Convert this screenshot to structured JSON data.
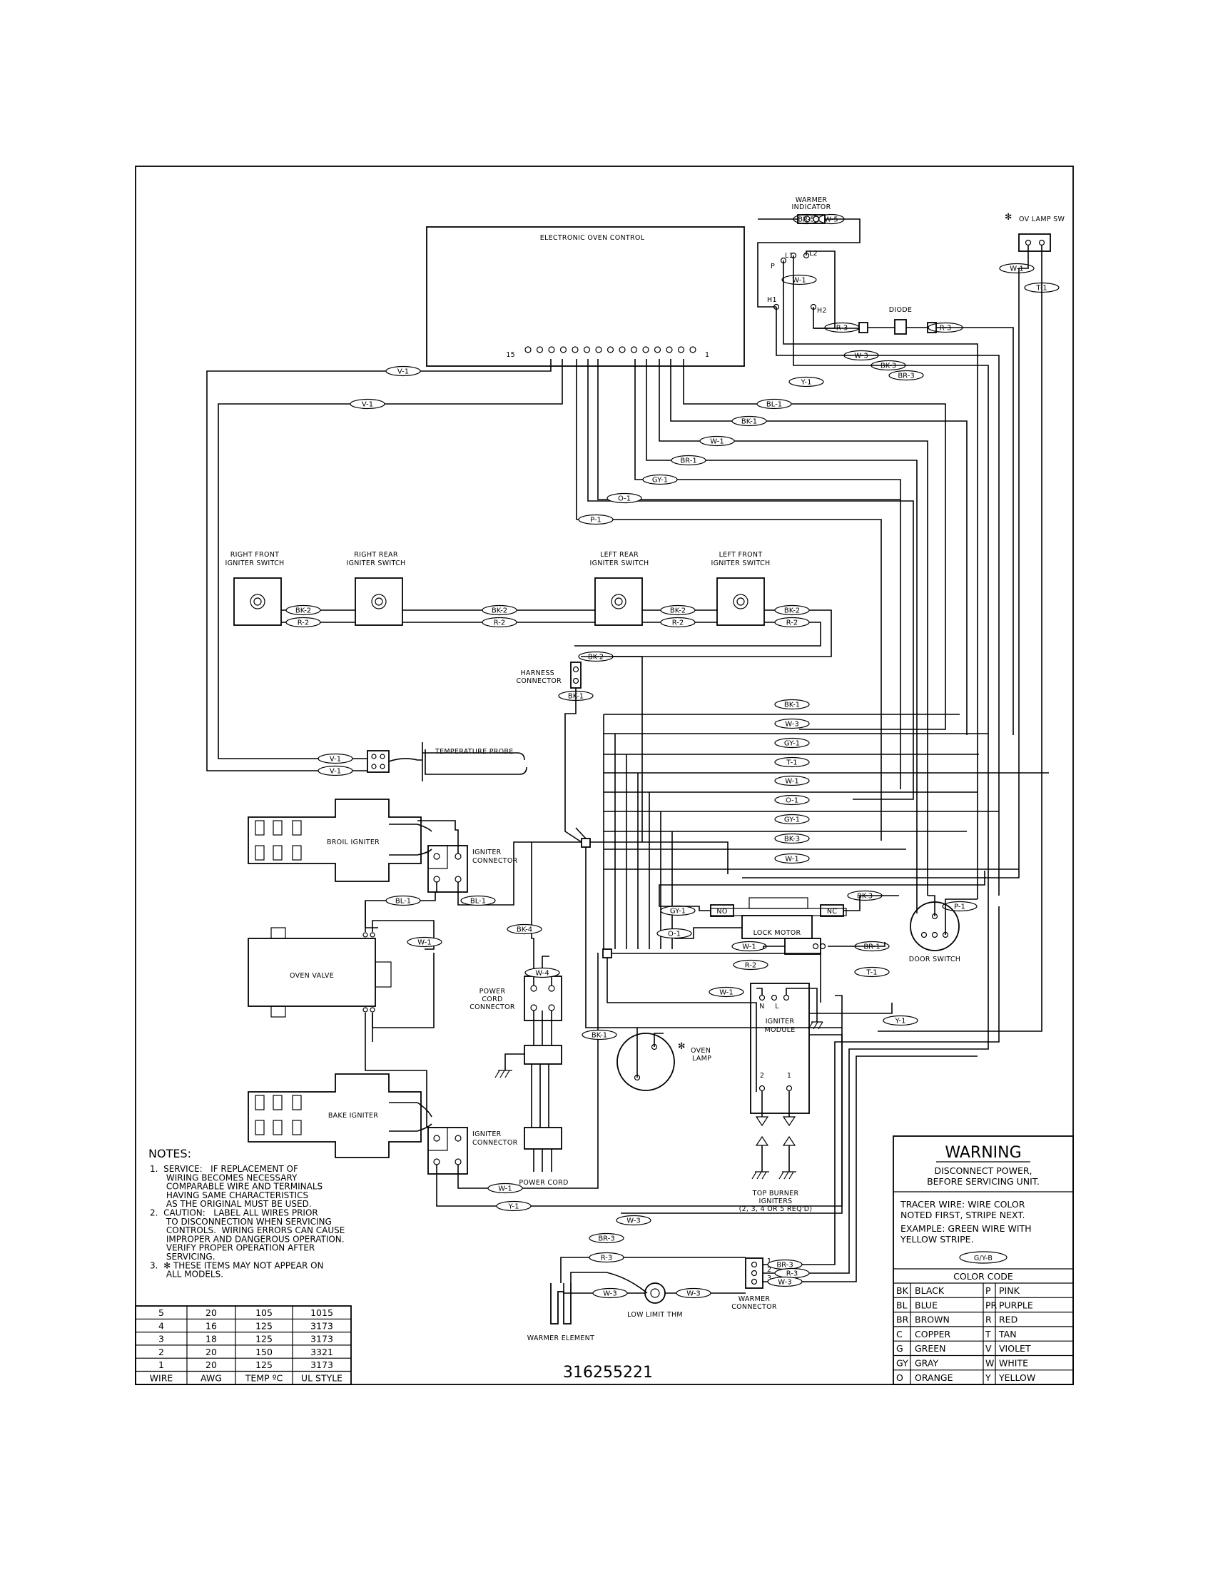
{
  "document_number": "316255221",
  "components": {
    "control": "ELECTRONIC OVEN CONTROL",
    "control_pin_15": "15",
    "control_pin_1": "1",
    "warmer_indicator": [
      "WARMER",
      "INDICATOR"
    ],
    "ov_lamp_sw": "OV LAMP SW",
    "diode": "DIODE",
    "right_front_switch": [
      "RIGHT FRONT",
      "IGNITER SWITCH"
    ],
    "right_rear_switch": [
      "RIGHT REAR",
      "IGNITER SWITCH"
    ],
    "left_rear_switch": [
      "LEFT REAR",
      "IGNITER SWITCH"
    ],
    "left_front_switch": [
      "LEFT FRONT",
      "IGNITER SWITCH"
    ],
    "harness_connector": [
      "HARNESS",
      "CONNECTOR"
    ],
    "temperature_probe": "TEMPERATURE PROBE",
    "broil_igniter": "BROIL IGNITER",
    "igniter_connector": [
      "IGNITER",
      "CONNECTOR"
    ],
    "oven_valve": "OVEN VALVE",
    "bake_igniter": "BAKE IGNITER",
    "power_cord_connector": [
      "POWER",
      "CORD",
      "CONNECTOR"
    ],
    "power_cord": "POWER CORD",
    "lock_motor": "LOCK MOTOR",
    "door_switch": "DOOR SWITCH",
    "igniter_module": [
      "IGNITER",
      "MODULE"
    ],
    "oven_lamp": [
      "OVEN",
      "LAMP"
    ],
    "top_burner_igniters": [
      "TOP BURNER",
      "IGNITERS",
      "(2, 3, 4 OR 5 REQ'D)"
    ],
    "low_limit_thm": "LOW LIMIT THM",
    "warmer_element": "WARMER ELEMENT",
    "warmer_connector": [
      "WARMER",
      "CONNECTOR"
    ],
    "terminals": {
      "P": "P",
      "L1": "L1",
      "L2": "L2",
      "H1": "H1",
      "H2": "H2",
      "NO": "NO",
      "NC": "NC",
      "N": "N",
      "L": "L",
      "one": "1",
      "two": "2",
      "three": "3"
    }
  },
  "wire_tags": {
    "BR5": "BR-5",
    "W5": "W-5",
    "W1": "W-1",
    "R3": "R-3",
    "W3": "W-3",
    "BK3": "BK-3",
    "BR3": "BR-3",
    "Y1": "Y-1",
    "V1": "V-1",
    "BL1": "BL-1",
    "BK1": "BK-1",
    "BR1": "BR-1",
    "GY1": "GY-1",
    "O1": "O-1",
    "P1": "P-1",
    "T1": "T-1",
    "BK2": "BK-2",
    "R2": "R-2",
    "BK4": "BK-4",
    "W4": "W-4",
    "GYB": "G/Y-B"
  },
  "notes": {
    "heading": "NOTES:",
    "lines": [
      "1.  SERVICE:   IF REPLACEMENT OF",
      "      WIRING BECOMES NECESSARY",
      "      COMPARABLE WIRE AND TERMINALS",
      "      HAVING SAME CHARACTERISTICS",
      "      AS THE ORIGINAL MUST BE USED.",
      "2.  CAUTION:   LABEL ALL WIRES PRIOR",
      "      TO DISCONNECTION WHEN SERVICING",
      "      CONTROLS.  WIRING ERRORS CAN CAUSE",
      "      IMPROPER AND DANGEROUS OPERATION.",
      "      VERIFY PROPER OPERATION AFTER",
      "      SERVICING.",
      "3.  ✻ THESE ITEMS MAY NOT APPEAR ON",
      "      ALL MODELS."
    ]
  },
  "wire_table": {
    "columns": [
      "WIRE",
      "AWG",
      "TEMP ºC",
      "UL STYLE"
    ],
    "rows": [
      [
        "5",
        "20",
        "105",
        "1015"
      ],
      [
        "4",
        "16",
        "125",
        "3173"
      ],
      [
        "3",
        "18",
        "125",
        "3173"
      ],
      [
        "2",
        "20",
        "150",
        "3321"
      ],
      [
        "1",
        "20",
        "125",
        "3173"
      ]
    ]
  },
  "warning": {
    "title": "WARNING",
    "lines": [
      "DISCONNECT POWER,",
      "BEFORE SERVICING UNIT."
    ],
    "tracer": [
      "TRACER WIRE:   WIRE COLOR",
      "NOTED FIRST, STRIPE NEXT.",
      "EXAMPLE:   GREEN WIRE WITH",
      "YELLOW STRIPE."
    ]
  },
  "color_code": {
    "title": "COLOR CODE",
    "left": [
      [
        "BK",
        "BLACK"
      ],
      [
        "BL",
        "BLUE"
      ],
      [
        "BR",
        "BROWN"
      ],
      [
        "C",
        "COPPER"
      ],
      [
        "G",
        "GREEN"
      ],
      [
        "GY",
        "GRAY"
      ],
      [
        "O",
        "ORANGE"
      ]
    ],
    "right": [
      [
        "P",
        "PINK"
      ],
      [
        "PR",
        "PURPLE"
      ],
      [
        "R",
        "RED"
      ],
      [
        "T",
        "TAN"
      ],
      [
        "V",
        "VIOLET"
      ],
      [
        "W",
        "WHITE"
      ],
      [
        "Y",
        "YELLOW"
      ]
    ]
  },
  "asterisk": "✻"
}
